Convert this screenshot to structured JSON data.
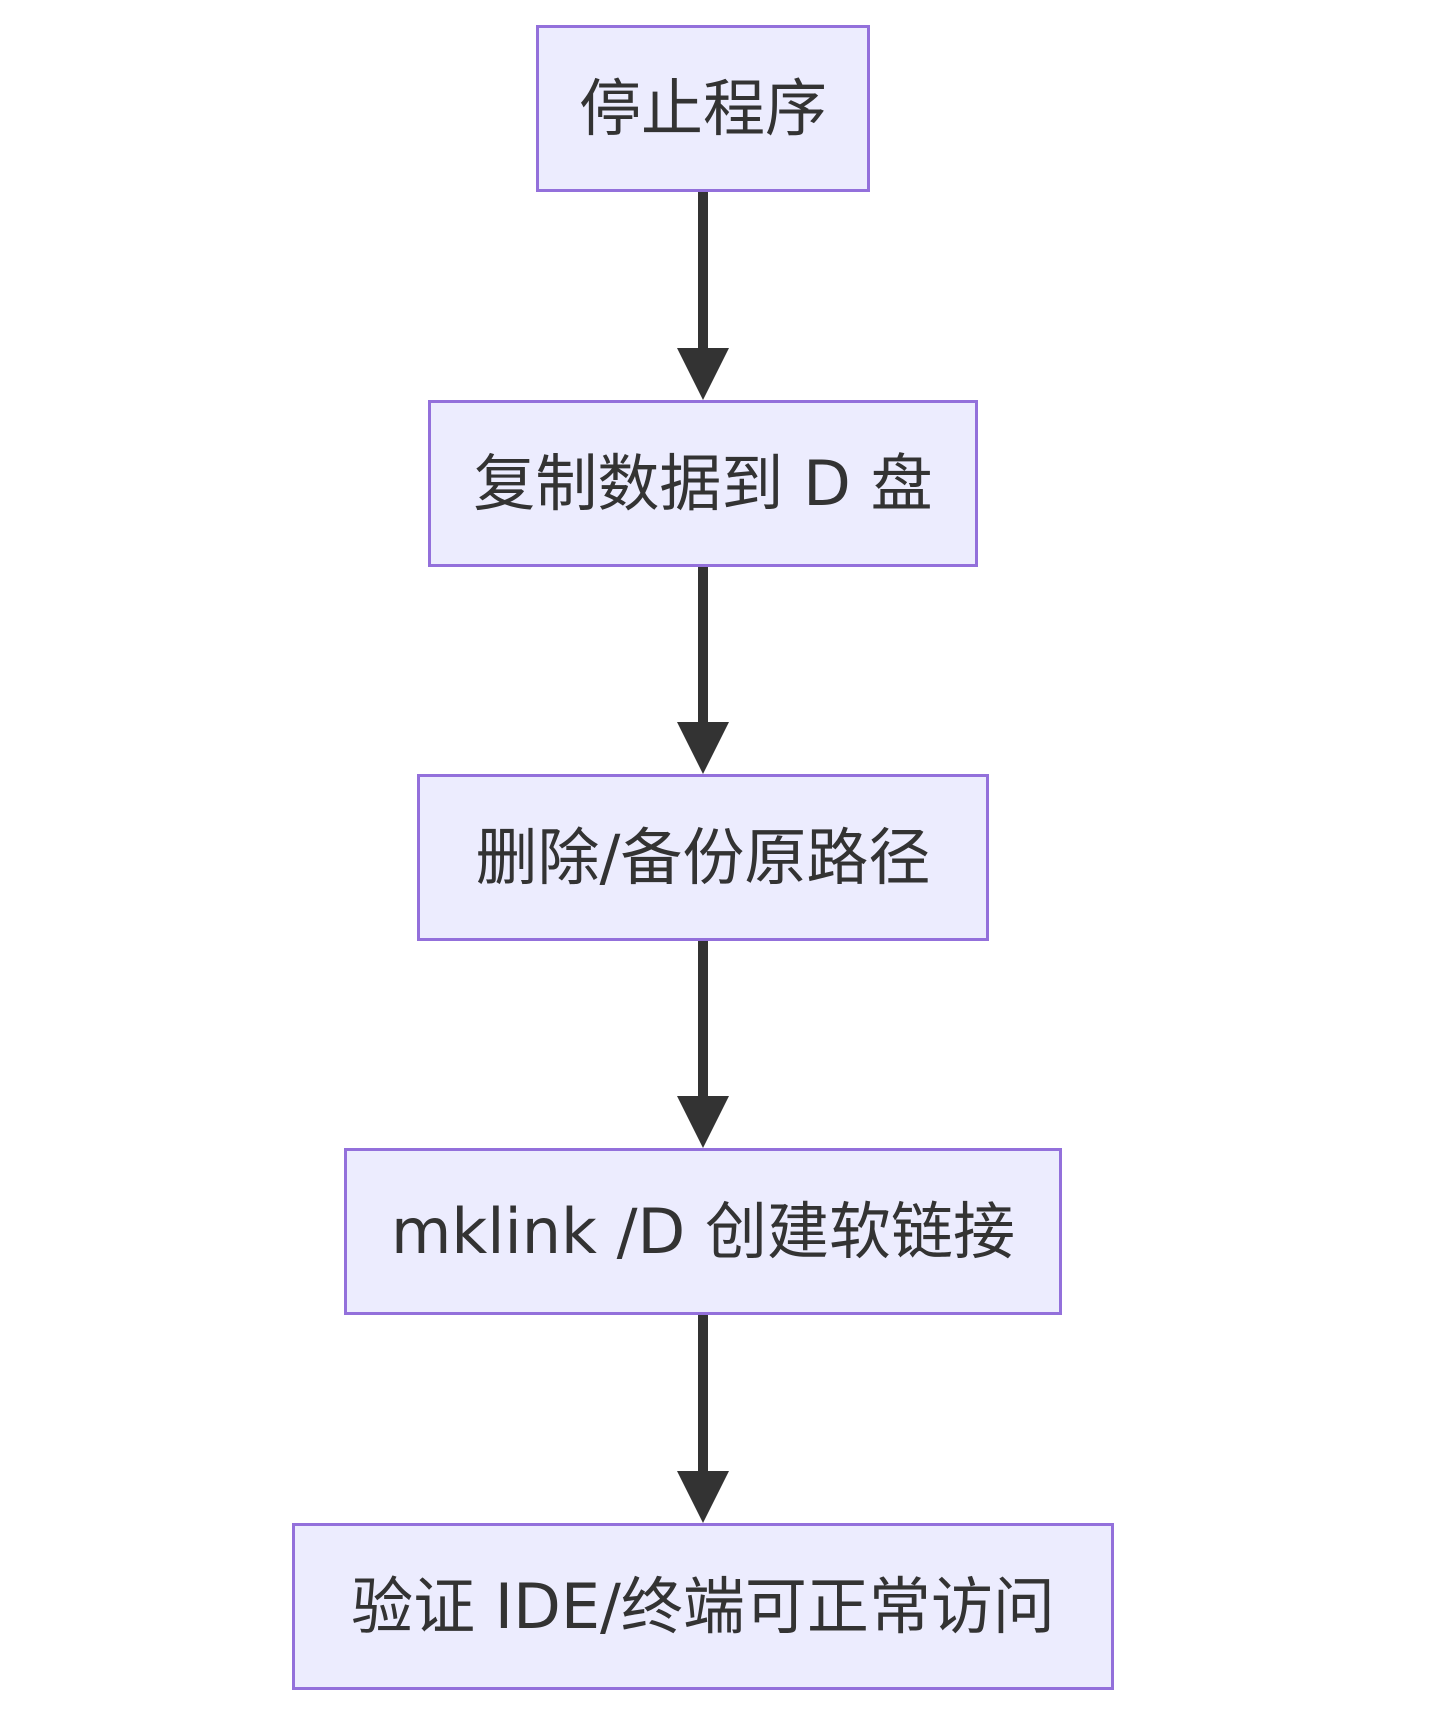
{
  "diagram": {
    "type": "flowchart",
    "direction": "top-to-bottom",
    "colors": {
      "node_fill": "#ececfe",
      "node_border": "#9370db",
      "text": "#333333",
      "edge": "#333333"
    },
    "nodes": [
      {
        "id": "stop",
        "label": "停止程序"
      },
      {
        "id": "copy",
        "label": "复制数据到 D 盘"
      },
      {
        "id": "remove",
        "label": "删除/备份原路径"
      },
      {
        "id": "mklink",
        "label": "mklink /D 创建软链接"
      },
      {
        "id": "verify",
        "label": "验证 IDE/终端可正常访问"
      }
    ],
    "edges": [
      {
        "from": "stop",
        "to": "copy"
      },
      {
        "from": "copy",
        "to": "remove"
      },
      {
        "from": "remove",
        "to": "mklink"
      },
      {
        "from": "mklink",
        "to": "verify"
      }
    ]
  }
}
